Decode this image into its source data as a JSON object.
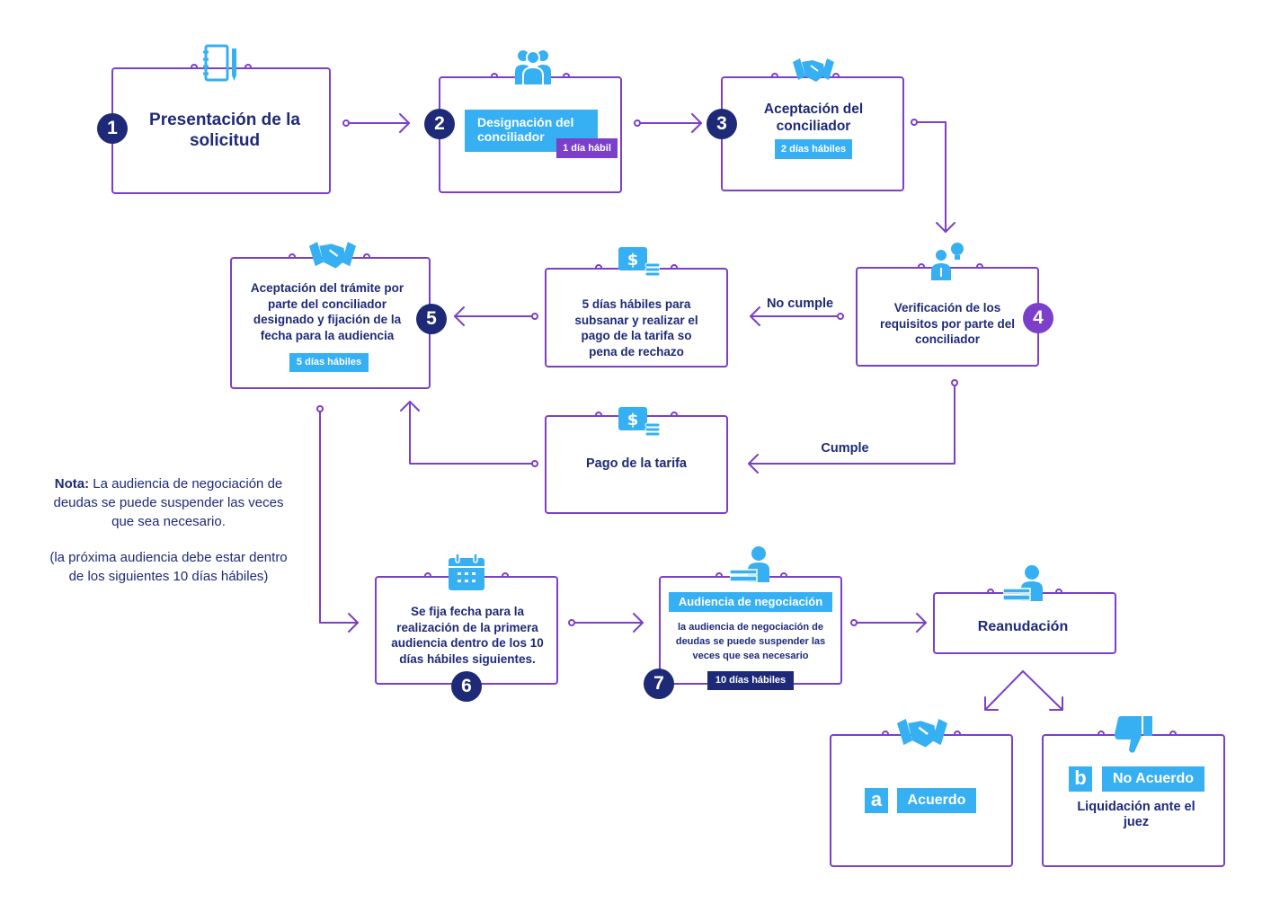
{
  "steps": {
    "s1": {
      "num": "1",
      "title": "Presentación de la solicitud"
    },
    "s2": {
      "num": "2",
      "title": "Designación del conciliador",
      "time": "1 día hábil"
    },
    "s3": {
      "num": "3",
      "title": "Aceptación del conciliador",
      "time": "2 días hábiles"
    },
    "s4": {
      "num": "4",
      "title": "Verificación de los requisitos por parte del conciliador"
    },
    "subsanar": {
      "title": "5 días hábiles para subsanar y realizar el pago de la tarifa so pena de rechazo"
    },
    "pago": {
      "title": "Pago de la tarifa"
    },
    "s5": {
      "num": "5",
      "title": "Aceptación del trámite por parte del conciliador designado y fijación de la fecha para la audiencia",
      "time": "5 días hábiles"
    },
    "s6": {
      "num": "6",
      "title": "Se fija fecha para la realización de la primera audiencia dentro de los 10 días hábiles siguientes."
    },
    "s7": {
      "num": "7",
      "title": "Audiencia de negociación",
      "desc": "la audiencia de negociación de deudas se puede suspender las veces que sea necesario",
      "time": "10 días hábiles"
    },
    "reanudacion": {
      "title": "Reanudación"
    },
    "a": {
      "letter": "a",
      "title": "Acuerdo"
    },
    "b": {
      "letter": "b",
      "title": "No Acuerdo",
      "desc": "Liquidación ante el juez"
    }
  },
  "labels": {
    "no_cumple": "No cumple",
    "cumple": "Cumple"
  },
  "note": {
    "bold": "Nota:",
    "text": " La audiencia de negociación de deudas se puede suspender las veces que sea necesario.",
    "text2": "(la próxima audiencia debe estar dentro de los siguientes 10 días hábiles)"
  },
  "icons": [
    "notebook-icon",
    "people-icon",
    "handshake-icon",
    "person-idea-icon",
    "money-icon",
    "money-icon",
    "handshake-icon",
    "calendar-icon",
    "person-desk-icon",
    "person-desk-icon",
    "handshake-icon",
    "thumbs-down-icon"
  ],
  "colors": {
    "navy": "#1e2a78",
    "purple": "#7b3fc9",
    "blue": "#36b0f3"
  }
}
